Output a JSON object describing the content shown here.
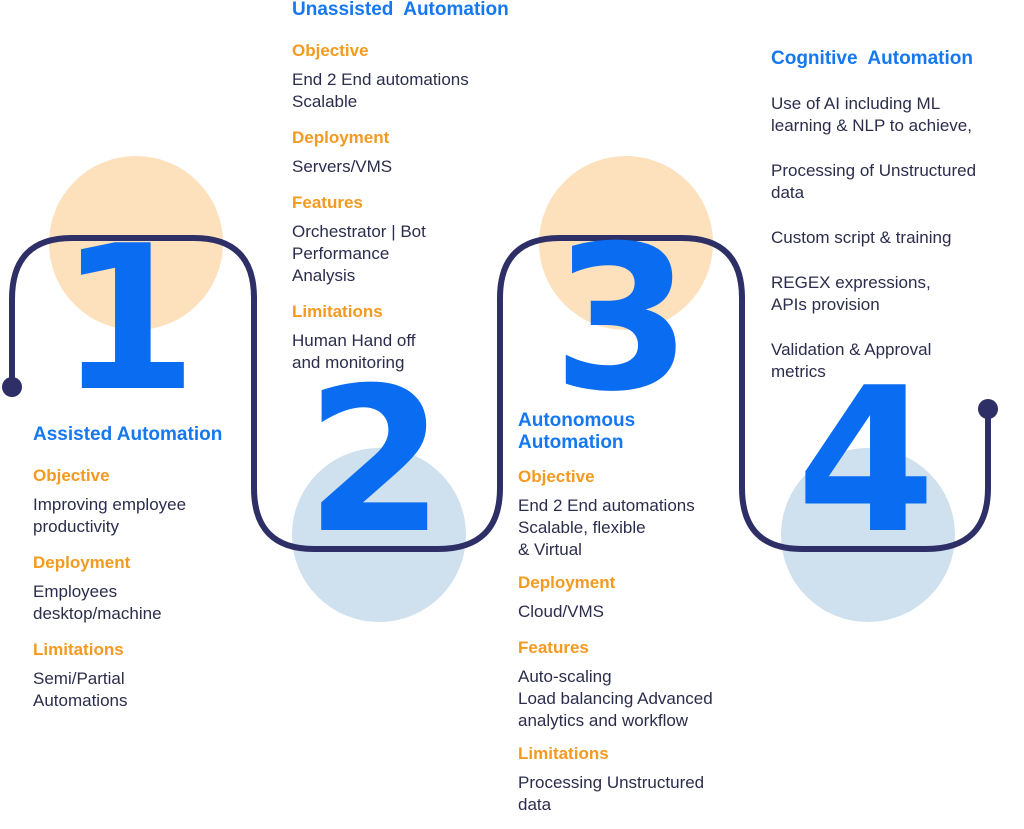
{
  "numbers": [
    "1",
    "2",
    "3",
    "4"
  ],
  "colors": {
    "path": "#2e2f66",
    "number": "#0a6cf1",
    "title": "#1578f0",
    "label": "#f39a21",
    "text": "#2b2d4c",
    "circle_top": "#fde0bc",
    "circle_bottom": "#cfe0ee"
  },
  "stages": [
    {
      "title": "Assisted Automation",
      "sections": [
        {
          "label": "Objective",
          "lines": [
            "Improving employee",
            "productivity"
          ]
        },
        {
          "label": "Deployment",
          "lines": [
            "Employees",
            "desktop/machine"
          ]
        },
        {
          "label": "Limitations",
          "lines": [
            "Semi/Partial",
            "Automations"
          ]
        }
      ]
    },
    {
      "title": "Unassisted  Automation",
      "sections": [
        {
          "label": "Objective",
          "lines": [
            "End 2 End automations",
            "Scalable"
          ]
        },
        {
          "label": "Deployment",
          "lines": [
            "Servers/VMS"
          ]
        },
        {
          "label": "Features",
          "lines": [
            "Orchestrator | Bot",
            "Performance",
            "Analysis"
          ]
        },
        {
          "label": "Limitations",
          "lines": [
            "Human Hand off",
            "and monitoring"
          ]
        }
      ]
    },
    {
      "title": "Autonomous\nAutomation",
      "sections": [
        {
          "label": "Objective",
          "lines": [
            "End 2 End automations",
            "Scalable, flexible",
            "& Virtual"
          ]
        },
        {
          "label": "Deployment",
          "lines": [
            "Cloud/VMS"
          ]
        },
        {
          "label": "Features",
          "lines": [
            "Auto-scaling",
            "Load balancing Advanced",
            "analytics and workflow"
          ]
        },
        {
          "label": "Limitations",
          "lines": [
            "Processing Unstructured",
            "data"
          ]
        }
      ]
    },
    {
      "title": "Cognitive  Automation",
      "sections": [
        {
          "label": "",
          "lines": [
            "Use of AI including ML",
            "learning & NLP to achieve,"
          ]
        },
        {
          "label": "",
          "lines": [
            "Processing of Unstructured",
            "data"
          ]
        },
        {
          "label": "",
          "lines": [
            "Custom script & training"
          ]
        },
        {
          "label": "",
          "lines": [
            "REGEX expressions,",
            "APIs provision"
          ]
        },
        {
          "label": "",
          "lines": [
            "Validation & Approval",
            "metrics"
          ]
        }
      ]
    }
  ]
}
